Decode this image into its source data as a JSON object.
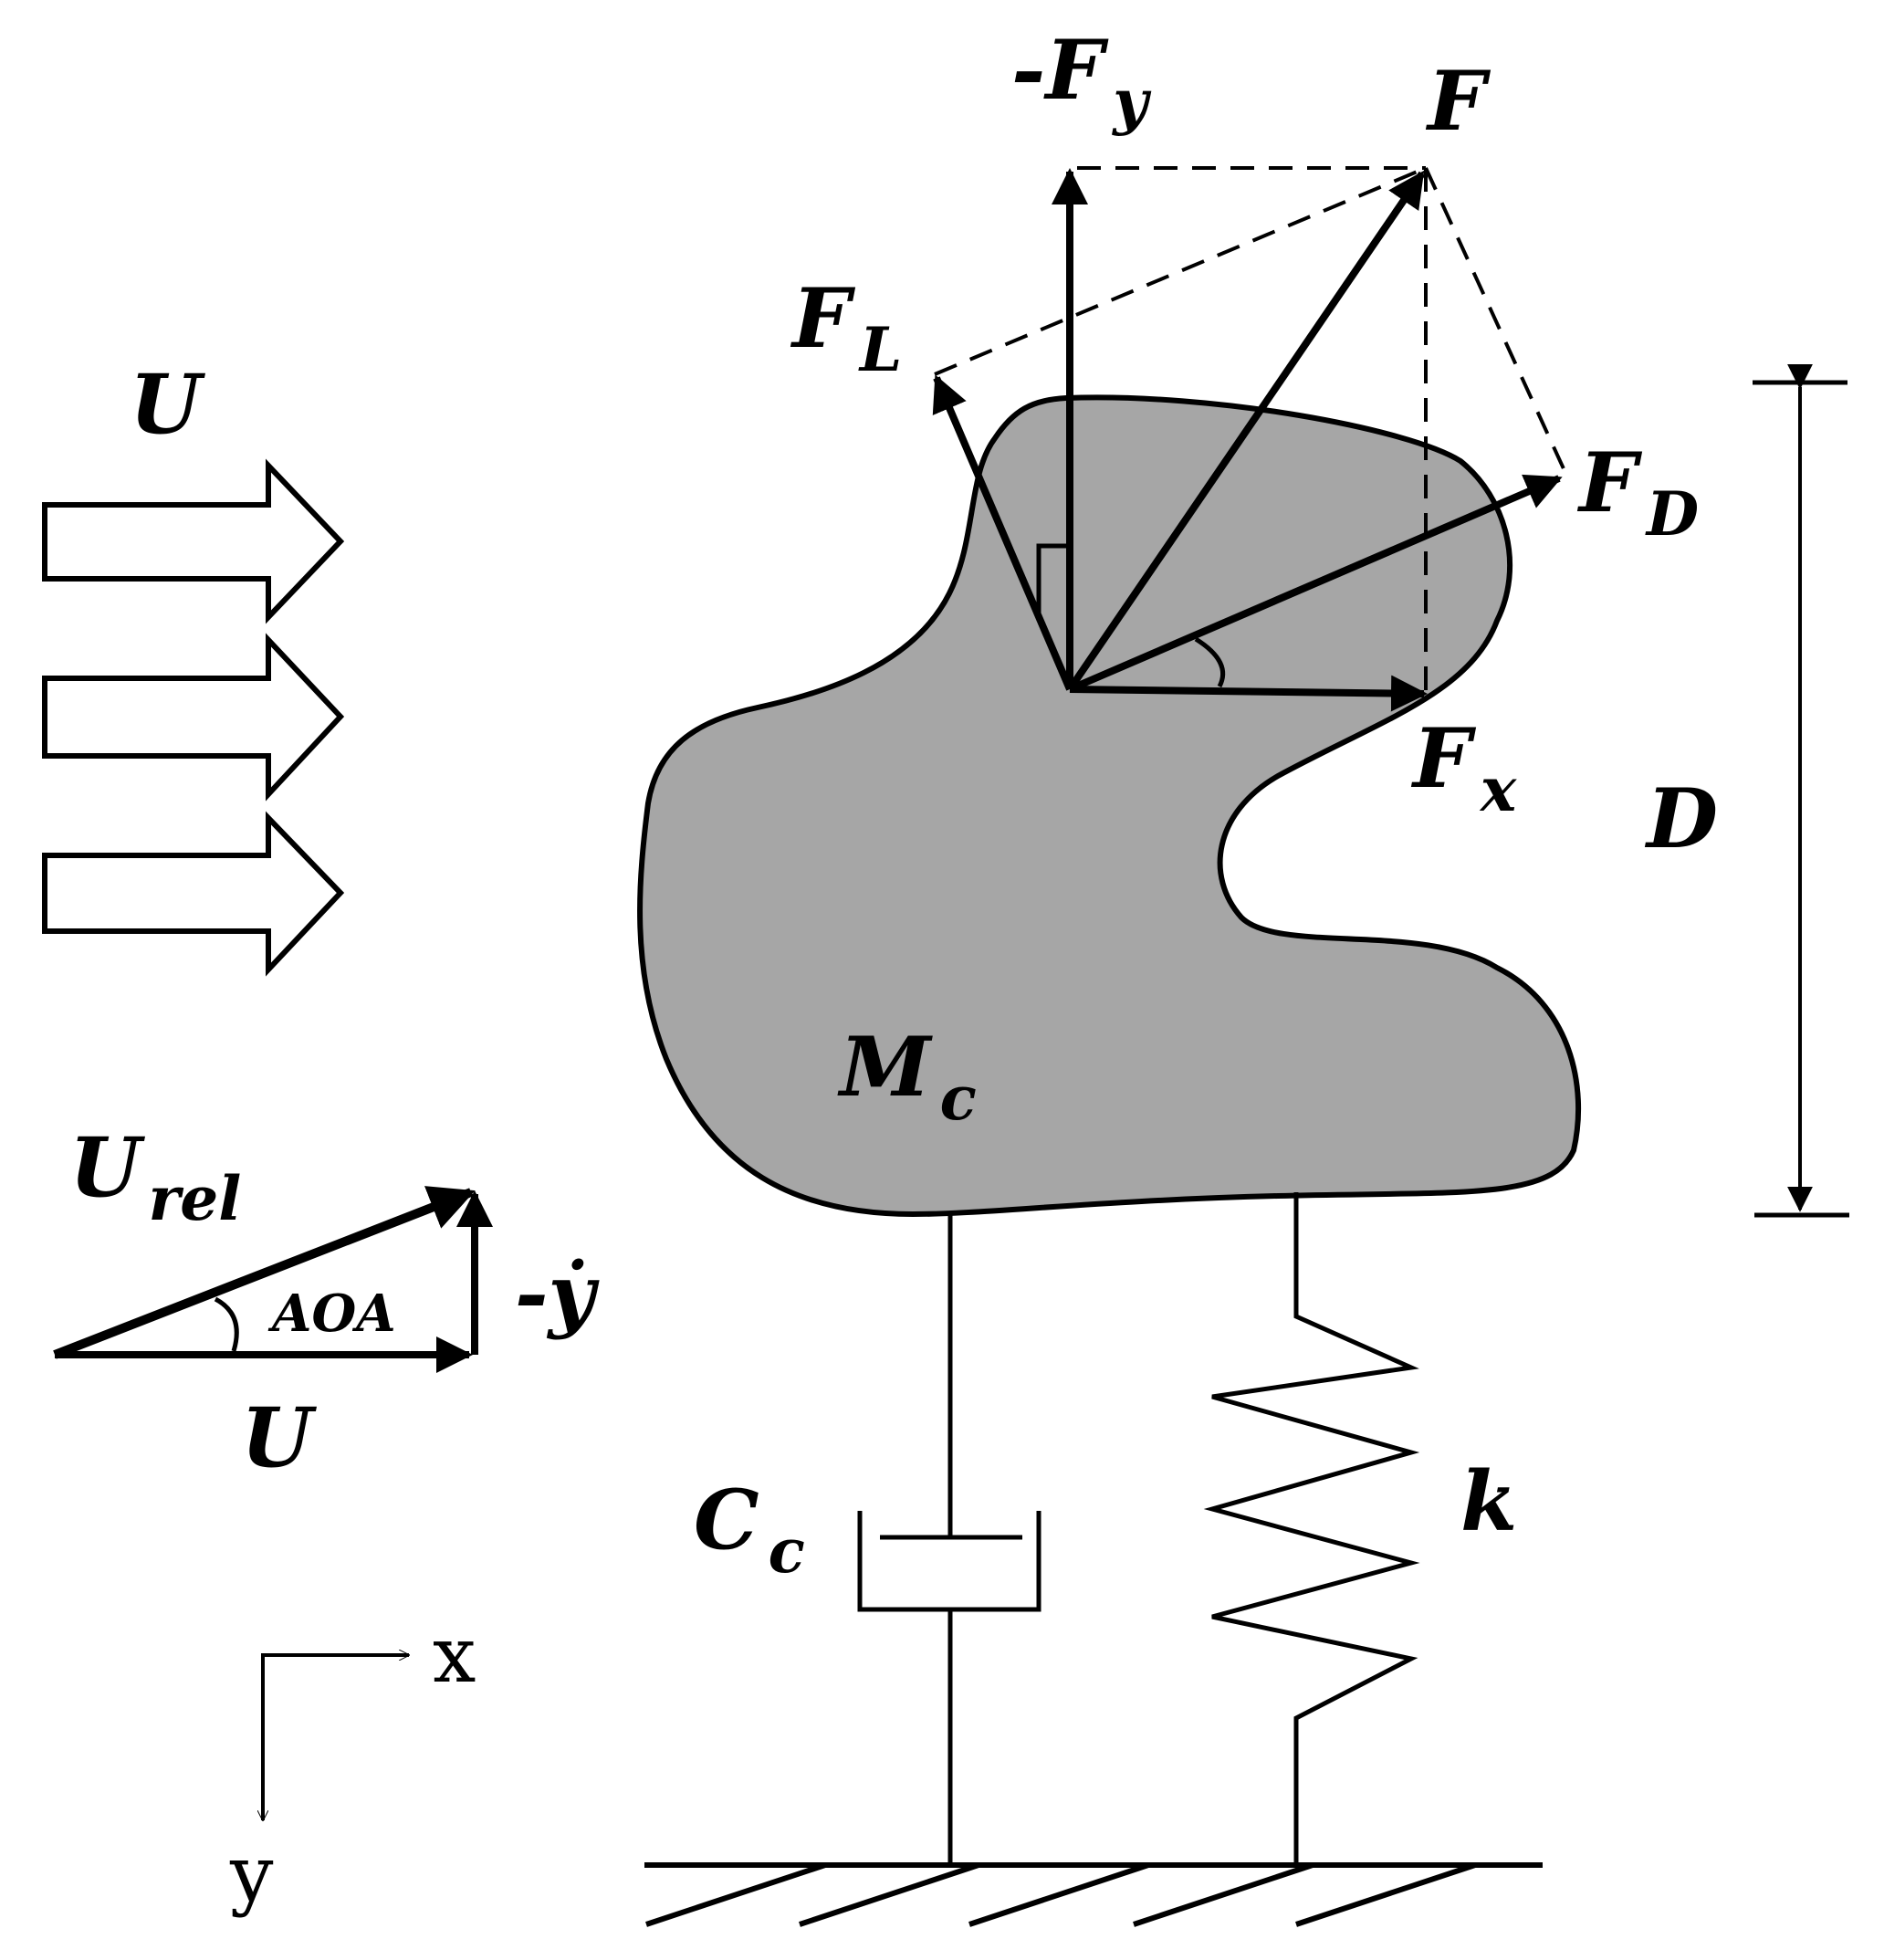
{
  "colors": {
    "body_fill": "#a6a6a6",
    "stroke": "#000000",
    "background": "#ffffff"
  },
  "labels": {
    "flow_velocity": {
      "main": "U",
      "sub": ""
    },
    "neg_fy": {
      "main": "-F",
      "sub": "y"
    },
    "resultant_force": {
      "main": "F",
      "sub": ""
    },
    "lift_force": {
      "main": "F",
      "sub": "L"
    },
    "drag_force": {
      "main": "F",
      "sub": "D"
    },
    "force_x": {
      "main": "F",
      "sub": "x"
    },
    "characteristic_length": {
      "main": "D",
      "sub": ""
    },
    "mass": {
      "main": "M",
      "sub": "c"
    },
    "relative_velocity": {
      "main": "U",
      "sub": "rel"
    },
    "angle_of_attack": "AOA",
    "neg_ydot": "-ẏ",
    "triangle_flow_velocity": "U",
    "damping": {
      "main": "C",
      "sub": "c"
    },
    "stiffness": "k",
    "axis_x": "x",
    "axis_y": "y"
  }
}
